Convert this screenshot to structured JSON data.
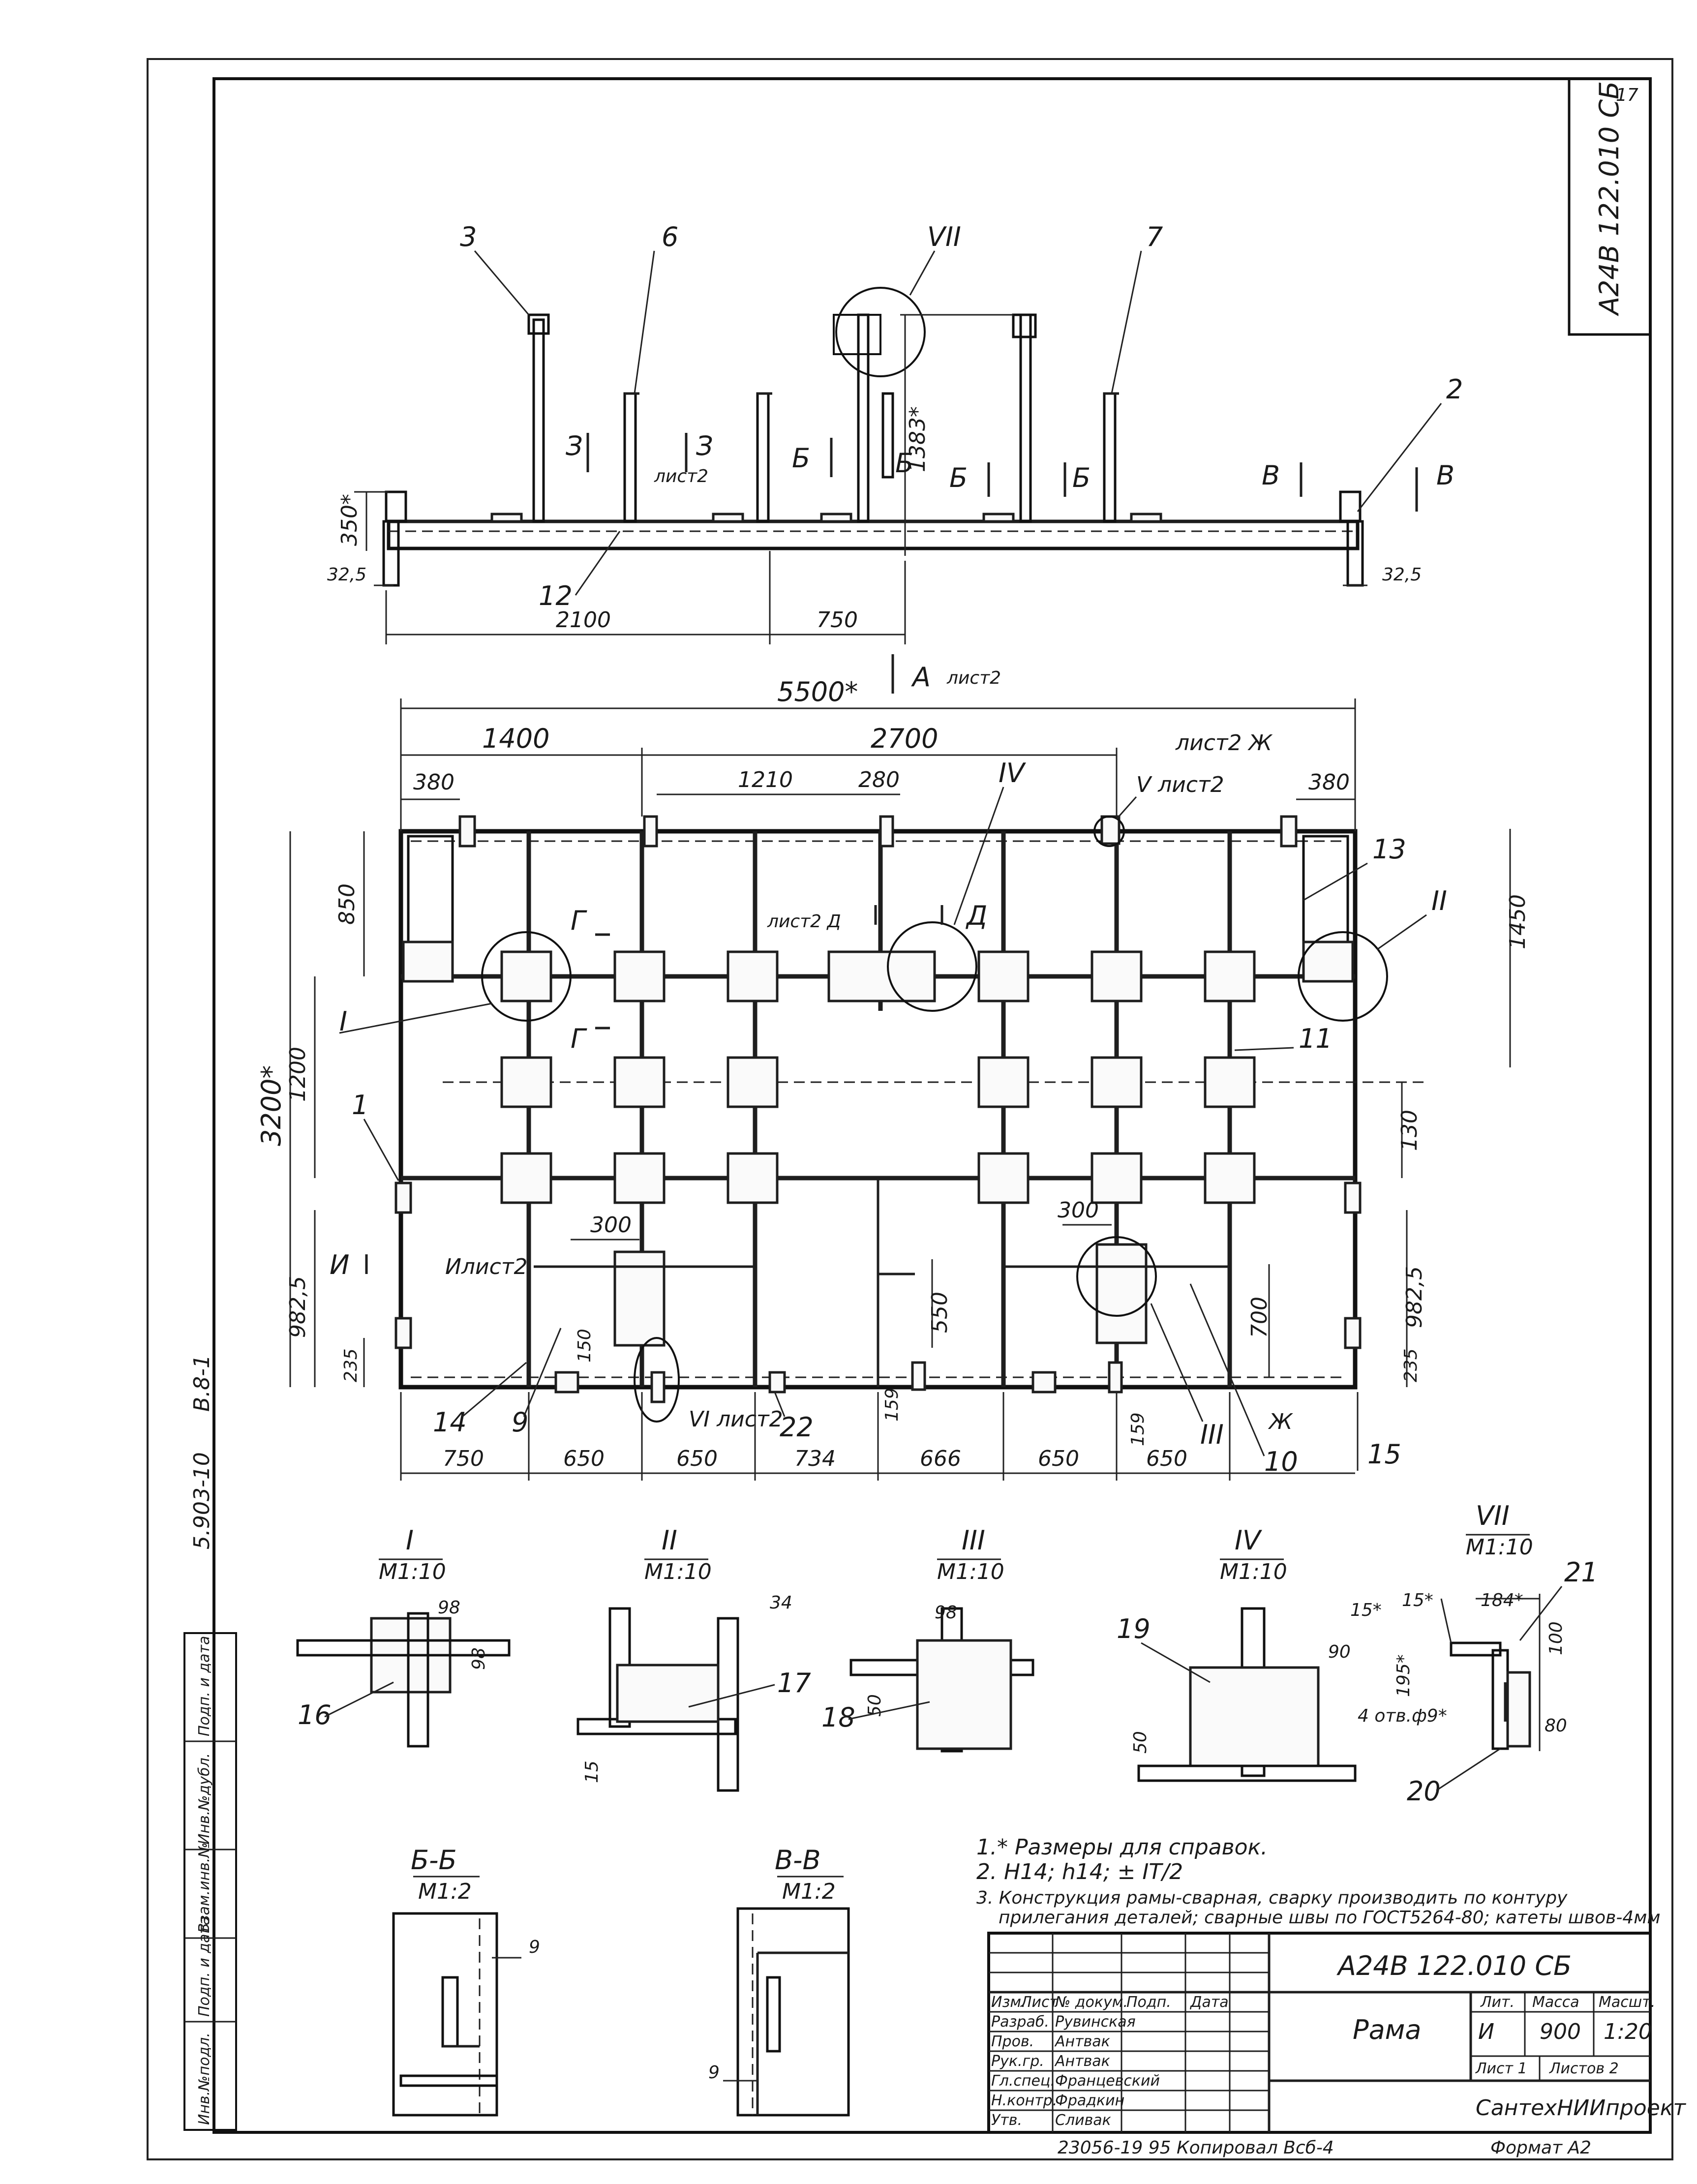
{
  "sheet_number": "17",
  "corner_code": "А24В 122.010 СБ",
  "album_code": "5.903-10",
  "album_issue": "В.8-1",
  "left_stamp": [
    "Инв.№подл.",
    "Подп. и дата",
    "Взам.инв.№",
    "Инв.№дубл.",
    "Подп. и дата"
  ],
  "section_refs": {
    "z": "З",
    "z_sheet": "лист2",
    "b": "Б",
    "v": "В",
    "g": "Г",
    "d": "Д",
    "d_sheet": "лист2 Д",
    "zh": "Ж",
    "zh_sheet": "лист2 Ж",
    "i": "И",
    "i_sheet": "Илист2",
    "a_view": "А",
    "a_sheet": "лист2",
    "v_roman": "V лист2",
    "vi_roman": "VI лист2"
  },
  "top_view": {
    "parts": [
      "3",
      "6",
      "7",
      "2",
      "12"
    ],
    "detail_ref": "VII",
    "dims": {
      "h350": "350*",
      "h1383": "1383*",
      "w2100": "2100",
      "w750": "750",
      "edge_l": "32,5",
      "edge_r": "32,5"
    }
  },
  "plan_view": {
    "overall_width": "5500*",
    "overall_height": "3200*",
    "top_dims": [
      "1400",
      "2700",
      "380",
      "1210",
      "280",
      "380"
    ],
    "bottom_dims": [
      "750",
      "650",
      "650",
      "734",
      "666",
      "650",
      "650"
    ],
    "right_dims": [
      "1450",
      "130",
      "982,5",
      "235"
    ],
    "left_dims": [
      "850",
      "1200",
      "982,5",
      "235"
    ],
    "inner_dims": [
      "300",
      "300",
      "550",
      "700",
      "150",
      "159",
      "159"
    ],
    "detail_refs": [
      "I",
      "II",
      "III",
      "IV",
      "V",
      "VI"
    ],
    "parts": [
      "1",
      "13",
      "11",
      "14",
      "9",
      "22",
      "10",
      "15"
    ]
  },
  "details": [
    {
      "id": "I",
      "scale": "М1:10",
      "dim": "98",
      "dim2": "98",
      "part": "16"
    },
    {
      "id": "II",
      "scale": "М1:10",
      "dim": "34",
      "dim2": "15",
      "part": "17"
    },
    {
      "id": "III",
      "scale": "М1:10",
      "dim": "98",
      "dim2": "50",
      "part": "18"
    },
    {
      "id": "IV",
      "scale": "М1:10",
      "dim": "90",
      "dim2": "50",
      "part": "19"
    },
    {
      "id": "VII",
      "scale": "М1:10",
      "dims": [
        "15*",
        "15*",
        "184*",
        "100",
        "195*",
        "80"
      ],
      "holes": "4 отв.ф9*",
      "parts": [
        "21",
        "20"
      ]
    }
  ],
  "sections": [
    {
      "id": "Б-Б",
      "scale": "М1:2",
      "dim": "9"
    },
    {
      "id": "В-В",
      "scale": "М1:2",
      "dim": "9"
    }
  ],
  "notes": [
    "1.* Размеры для справок.",
    "2. Н14; h14; ± IT/2",
    "3. Конструкция рамы-сварная, сварку производить по контуру",
    "прилегания деталей; сварные швы по ГОСТ5264-80; катеты швов-4мм"
  ],
  "title_block": {
    "designation": "А24В 122.010 СБ",
    "name": "Рама",
    "col_headers": [
      "Изм.",
      "Лист",
      "№ докум.",
      "Подп.",
      "Дата"
    ],
    "roles": [
      "Разраб.",
      "Пров.",
      "Рук.гр.",
      "Гл.спец.",
      "Н.контр.",
      "Утв."
    ],
    "names": [
      "Рувинская",
      "Антвак",
      "Антвак",
      "Францевский",
      "Фрадкин",
      "Сливак"
    ],
    "lit_label": "Лит.",
    "lit": "И",
    "mass_label": "Масса",
    "mass": "900",
    "scale_label": "Масшт.",
    "scale": "1:20",
    "sheet_label": "Лист 1",
    "sheets_label": "Листов 2",
    "org": "СантехНИИпроект"
  },
  "footer_copy": "23056-19 95  Копировал Всб-4",
  "footer_format": "Формат А2"
}
